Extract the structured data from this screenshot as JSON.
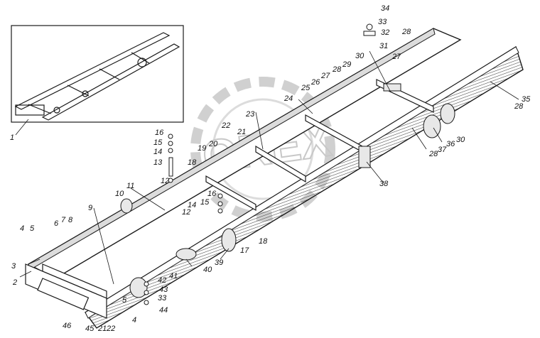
{
  "figure": {
    "watermark_text": "OREX",
    "colors": {
      "line": "#1a1a1a",
      "hatch": "#444444",
      "watermark": "#c8c8c8",
      "background": "#ffffff"
    },
    "callouts": [
      "1",
      "2",
      "3",
      "4",
      "5",
      "6",
      "7",
      "8",
      "9",
      "10",
      "11",
      "12",
      "13",
      "14",
      "15",
      "16",
      "17",
      "18",
      "19",
      "20",
      "21",
      "22",
      "23",
      "24",
      "25",
      "26",
      "27",
      "28",
      "29",
      "30",
      "31",
      "32",
      "33",
      "34",
      "35",
      "36",
      "37",
      "38",
      "39",
      "40",
      "41",
      "42",
      "43",
      "44",
      "45",
      "46"
    ]
  }
}
